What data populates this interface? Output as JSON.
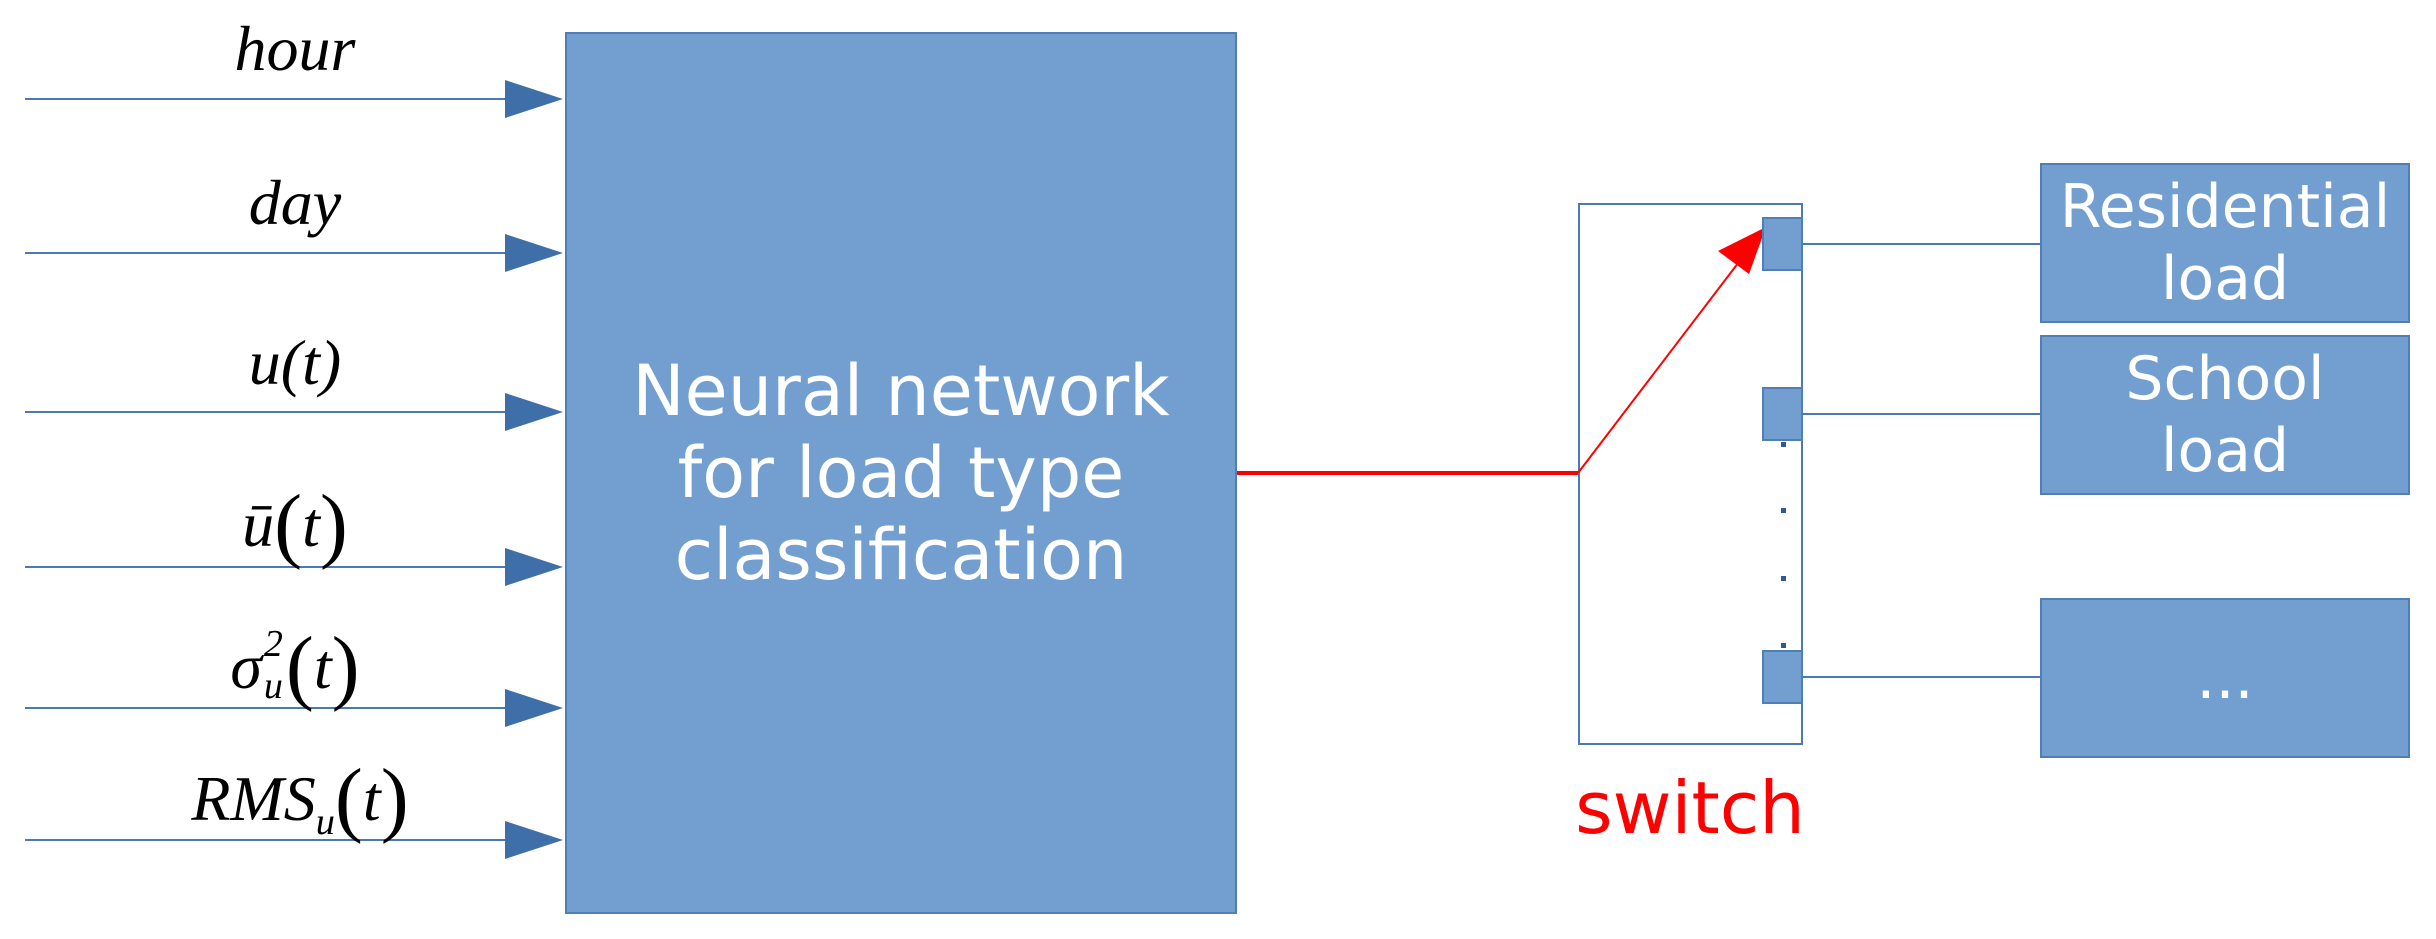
{
  "inputs": {
    "hour": "hour",
    "day": "day",
    "u": "u(t)",
    "ubar_u": "ū",
    "ubar_t": "t",
    "sigma_base": "σ",
    "sigma_sup": "2",
    "sigma_sub": "u",
    "sigma_t": "t",
    "rms_base": "RMS",
    "rms_sub": "u",
    "rms_t": "t"
  },
  "neural_network": {
    "label": "Neural network\nfor load type\nclassification"
  },
  "switch": {
    "label": "switch"
  },
  "outputs": [
    {
      "label": "Residential\nload"
    },
    {
      "label": "School\nload"
    },
    {
      "label": "..."
    }
  ],
  "colors": {
    "box_fill": "#729fcf",
    "box_border": "#4f7fb6",
    "line": "#4a79b5",
    "signal": "#ff0000",
    "label_white": "#ffffff"
  }
}
